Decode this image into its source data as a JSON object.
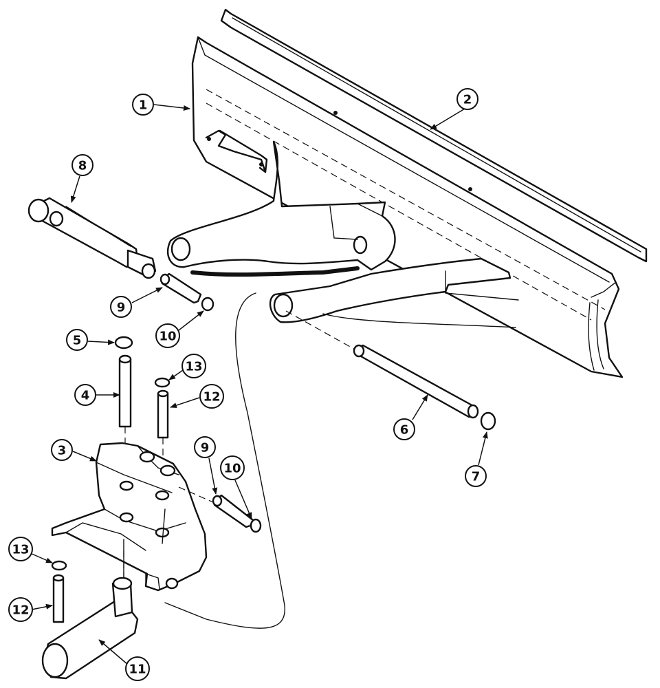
{
  "callouts": [
    {
      "id": "c1",
      "label": "1"
    },
    {
      "id": "c2",
      "label": "2"
    },
    {
      "id": "c3",
      "label": "3"
    },
    {
      "id": "c4",
      "label": "4"
    },
    {
      "id": "c5",
      "label": "5"
    },
    {
      "id": "c6",
      "label": "6"
    },
    {
      "id": "c7",
      "label": "7"
    },
    {
      "id": "c8",
      "label": "8"
    },
    {
      "id": "c9a",
      "label": "9"
    },
    {
      "id": "c9b",
      "label": "9"
    },
    {
      "id": "c10a",
      "label": "10"
    },
    {
      "id": "c10b",
      "label": "10"
    },
    {
      "id": "c11",
      "label": "11"
    },
    {
      "id": "c12a",
      "label": "12"
    },
    {
      "id": "c12b",
      "label": "12"
    },
    {
      "id": "c13a",
      "label": "13"
    },
    {
      "id": "c13b",
      "label": "13"
    }
  ]
}
